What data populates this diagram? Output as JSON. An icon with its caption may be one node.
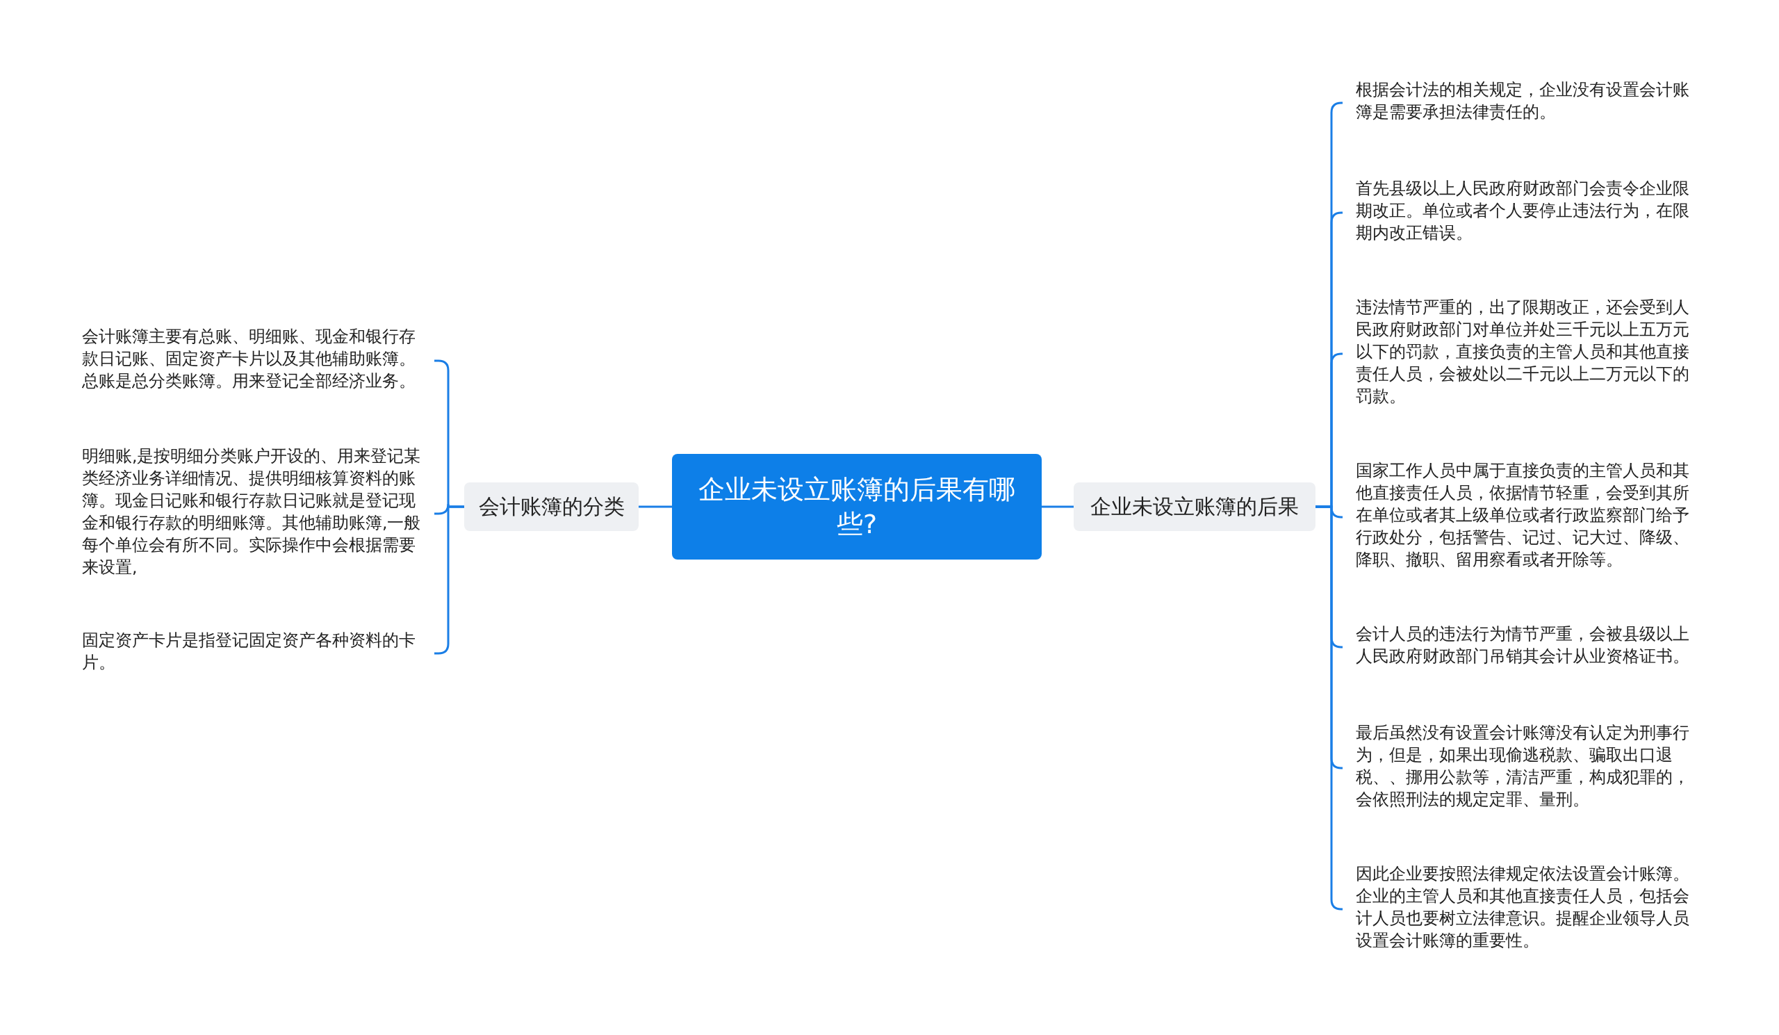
{
  "diagram": {
    "nodes": [
      {
        "text": [
          "企业未设立账簿的后果有哪些?"
        ]
      },
      {
        "text": [
          "会计账簿的分类"
        ]
      },
      {
        "text": [
          "企业未设立账簿的后果"
        ]
      },
      {
        "text": [
          "会计账簿主要有总账、明细账、现金和银行存款日记账、固定资产卡片以及其他辅助账簿。总账是总分类账簿。用来登记全部经济业务。"
        ]
      },
      {
        "text": [
          "明细账,是按明细分类账户开设的、用来登记某类经济业务详细情况、提供明细核算资料的账簿。现金日记账和银行存款日记账就是登记现金和银行存款的明细账簿。其他辅助账簿,一般每个单位会有所不同。实际操作中会根据需要来设置,"
        ]
      },
      {
        "text": [
          "固定资产卡片是指登记固定资产各种资料的卡片。"
        ]
      },
      {
        "text": [
          "根据会计法的相关规定，企业没有设置会计账簿是需要承担法律责任的。"
        ]
      },
      {
        "text": [
          "首先县级以上人民政府财政部门会责令企业限期改正。单位或者个人要停止违法行为，在限期内改正错误。"
        ]
      },
      {
        "text": [
          "违法情节严重的，出了限期改正，还会受到人民政府财政部门对单位并处三千元以上五万元以下的罚款，直接负责的主管人员和其他直接责任人员，会被处以二千元以上二万元以下的罚款。"
        ]
      },
      {
        "text": [
          "国家工作人员中属于直接负责的主管人员和其他直接责任人员，依据情节轻重，会受到其所在单位或者其上级单位或者行政监察部门给予行政处分，包括警告、记过、记大过、降级、降职、撤职、留用察看或者开除等。"
        ]
      },
      {
        "text": [
          "会计人员的违法行为情节严重，会被县级以上人民政府财政部门吊销其会计从业资格证书。"
        ]
      },
      {
        "text": [
          "最后虽然没有设置会计账簿没有认定为刑事行为，但是，如果出现偷逃税款、骗取出口退税、、挪用公款等，清洁严重，构成犯罪的，会依照刑法的规定定罪、量刑。"
        ]
      },
      {
        "text": [
          "因此企业要按照法律规定依法设置会计账簿。企业的主管人员和其他直接责任人员，包括会计人员也要树立法律意识。提醒企业领导人员设置会计账簿的重要性。"
        ]
      }
    ],
    "edges": [
      {
        "from": 0,
        "to": 1,
        "arrow": "none"
      },
      {
        "from": 0,
        "to": 2,
        "arrow": "none"
      },
      {
        "from": 1,
        "to": 3,
        "arrow": "none"
      },
      {
        "from": 1,
        "to": 4,
        "arrow": "none"
      },
      {
        "from": 1,
        "to": 5,
        "arrow": "none"
      },
      {
        "from": 2,
        "to": 6,
        "arrow": "none"
      },
      {
        "from": 2,
        "to": 7,
        "arrow": "none"
      },
      {
        "from": 2,
        "to": 8,
        "arrow": "none"
      },
      {
        "from": 2,
        "to": 9,
        "arrow": "none"
      },
      {
        "from": 2,
        "to": 10,
        "arrow": "none"
      },
      {
        "from": 2,
        "to": 11,
        "arrow": "none"
      },
      {
        "from": 2,
        "to": 12,
        "arrow": "none"
      }
    ]
  }
}
